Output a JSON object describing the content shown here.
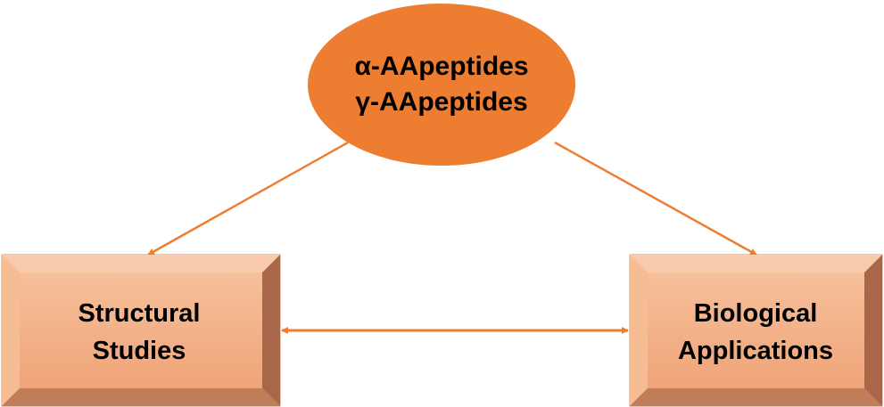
{
  "diagram": {
    "top_node": {
      "line1": "α-AApeptides",
      "line2": "γ-AApeptides",
      "fill": "#ED7D31"
    },
    "left_box": {
      "line1": "Structural",
      "line2": "Studies"
    },
    "right_box": {
      "line1": "Biological",
      "line2": "Applications"
    },
    "colors": {
      "connector": "#ED7D31",
      "box_face": "#F4B183",
      "box_light_bevel": "#F8CBAD",
      "box_dark_bevel": "#A9674A"
    }
  }
}
